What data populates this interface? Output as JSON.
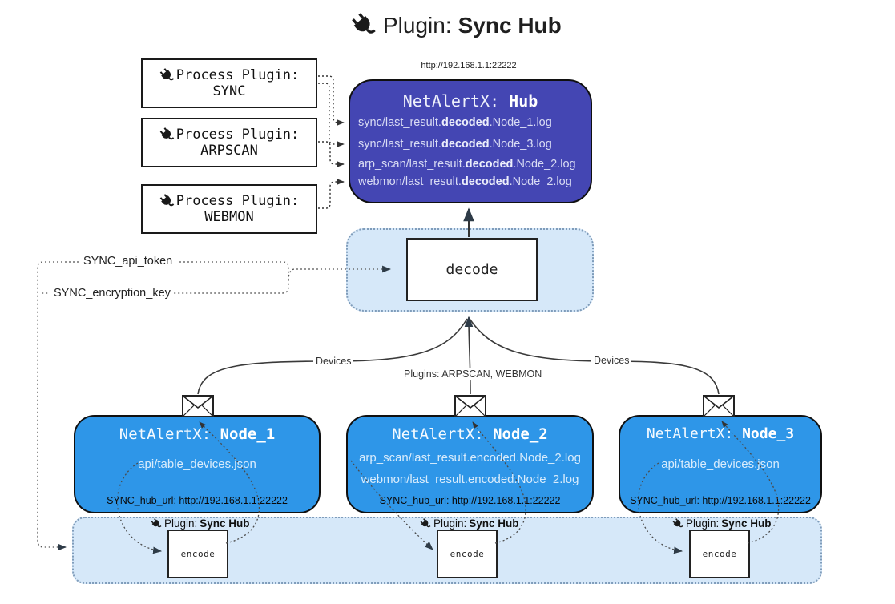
{
  "title": {
    "prefix": "Plugin: ",
    "bold": "Sync Hub"
  },
  "process_plugins": {
    "heading": "Process Plugin:",
    "items": [
      {
        "name": "SYNC"
      },
      {
        "name": "ARPSCAN"
      },
      {
        "name": "WEBMON"
      }
    ]
  },
  "hub": {
    "url": "http://192.168.1.1:22222",
    "title_prefix": "NetAlertX: ",
    "title_bold": "Hub",
    "logs": [
      {
        "prefix": "sync/last_result.",
        "bold": "decoded",
        "suffix": ".Node_1.log"
      },
      {
        "prefix": "sync/last_result.",
        "bold": "decoded",
        "suffix": ".Node_3.log"
      },
      {
        "prefix": "arp_scan/last_result.",
        "bold": "decoded",
        "suffix": ".Node_2.log"
      },
      {
        "prefix": "webmon/last_result.",
        "bold": "decoded",
        "suffix": ".Node_2.log"
      }
    ]
  },
  "decode": {
    "label": "decode"
  },
  "secrets": {
    "api_token": "SYNC_api_token",
    "encryption_key": "SYNC_encryption_key"
  },
  "edges": {
    "devices_left": "Devices",
    "devices_right": "Devices",
    "plugins_middle": "Plugins: ARPSCAN, WEBMON"
  },
  "nodes": [
    {
      "title_prefix": "NetAlertX: ",
      "title_bold": "Node_1",
      "files": [
        "api/table_devices.json"
      ],
      "hub_url": "SYNC_hub_url: http://192.168.1.1:22222"
    },
    {
      "title_prefix": "NetAlertX: ",
      "title_bold": "Node_2",
      "files": [
        "arp_scan/last_result.encoded.Node_2.log",
        "webmon/last_result.encoded.Node_2.log"
      ],
      "hub_url": "SYNC_hub_url: http://192.168.1.1:22222"
    },
    {
      "title_prefix": "NetAlertX: ",
      "title_bold": "Node_3",
      "files": [
        "api/table_devices.json"
      ],
      "hub_url": "SYNC_hub_url: http://192.168.1.1:22222"
    }
  ],
  "encode_section": {
    "label_prefix": "Plugin: ",
    "label_bold": "Sync Hub",
    "encode_label": "encode"
  },
  "colors": {
    "hub_fill": "#4446b3",
    "node_fill": "#2e96e8",
    "container_fill": "#d6e8f9",
    "line": "#3a3a3a"
  }
}
